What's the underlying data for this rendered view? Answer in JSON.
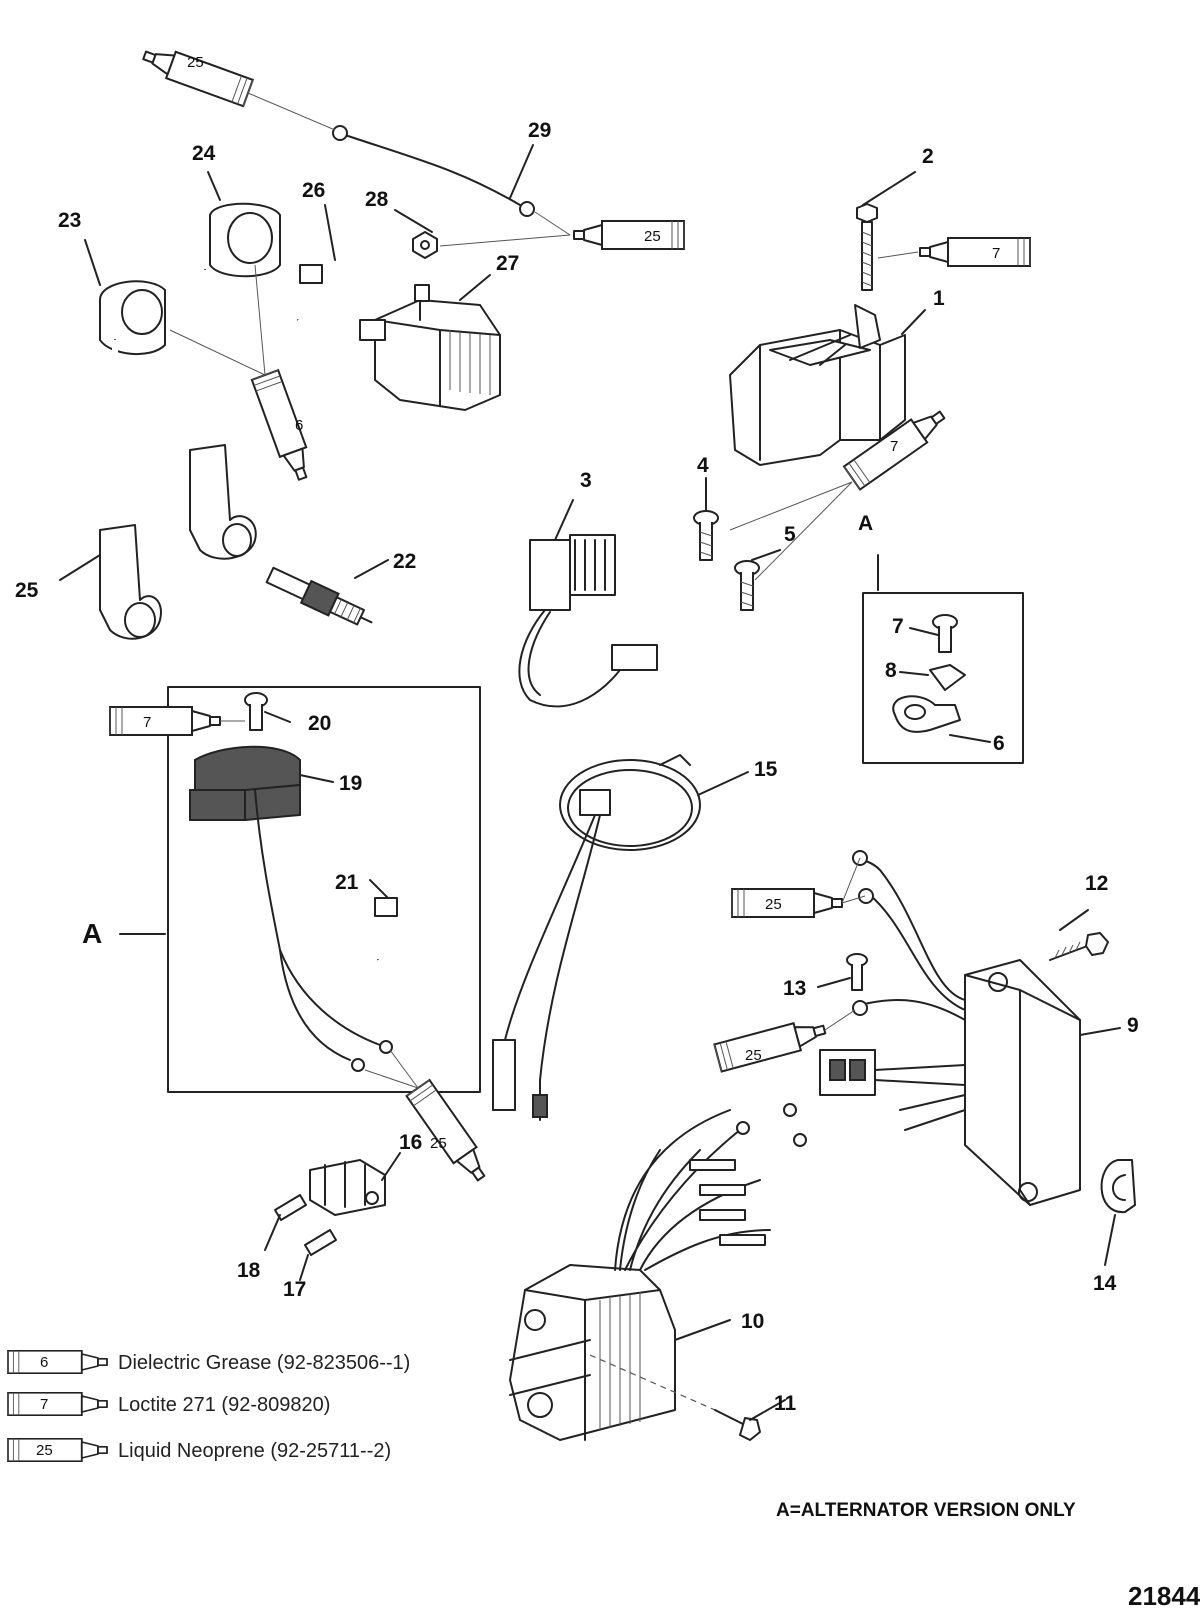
{
  "callouts": {
    "c1": "1",
    "c2": "2",
    "c3": "3",
    "c4": "4",
    "c5": "5",
    "c6": "6",
    "c7": "7",
    "c8": "8",
    "c9": "9",
    "c10": "10",
    "c11": "11",
    "c12": "12",
    "c13": "13",
    "c14": "14",
    "c15": "15",
    "c16": "16",
    "c17": "17",
    "c18": "18",
    "c19": "19",
    "c20": "20",
    "c21": "21",
    "c22": "22",
    "c23": "23",
    "c24": "24",
    "c25": "25",
    "c26": "26",
    "c27": "27",
    "c28": "28",
    "c29": "29",
    "detail": "A"
  },
  "tubes": {
    "grease": "6",
    "loctite": "7",
    "neoprene": "25"
  },
  "legend": [
    {
      "code": "6",
      "text": "Dielectric Grease (92-823506--1)"
    },
    {
      "code": "7",
      "text": "Loctite 271 (92-809820)"
    },
    {
      "code": "25",
      "text": "Liquid Neoprene (92-25711--2)"
    }
  ],
  "note": "A=ALTERNATOR VERSION ONLY",
  "figure_id": "21844"
}
